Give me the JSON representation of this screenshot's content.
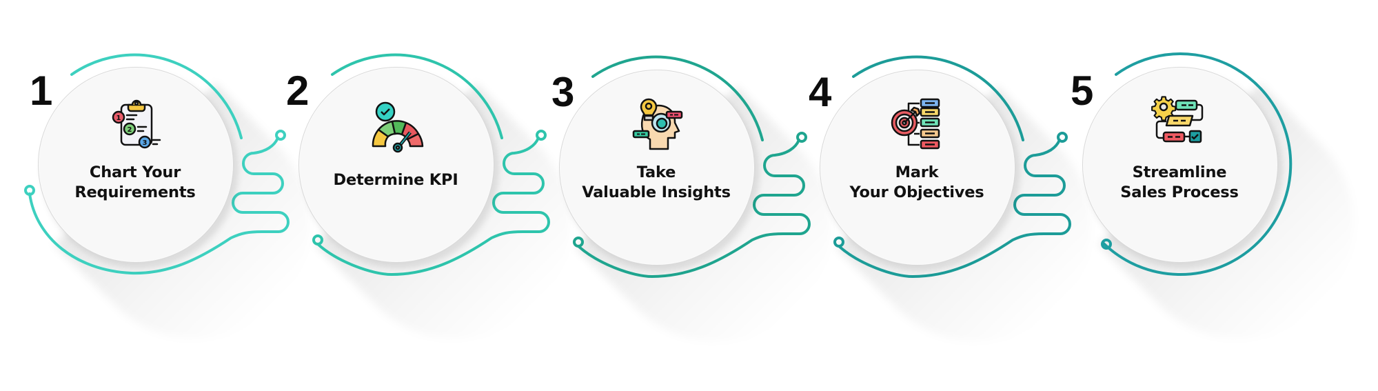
{
  "diagram": {
    "type": "process-steps",
    "steps": [
      {
        "number": "1",
        "title_line1": "Chart Your",
        "title_line2": "Requirements",
        "icon": "clipboard-checklist-icon",
        "ring_color": "#3dd0bf"
      },
      {
        "number": "2",
        "title_line1": "Determine KPI",
        "title_line2": "",
        "icon": "gauge-check-icon",
        "ring_color": "#2ec4ac"
      },
      {
        "number": "3",
        "title_line1": "Take",
        "title_line2": "Valuable Insights",
        "icon": "head-lightbulb-icon",
        "ring_color": "#1fa58f"
      },
      {
        "number": "4",
        "title_line1": "Mark",
        "title_line2": "Your Objectives",
        "icon": "target-objectives-icon",
        "ring_color": "#1c9c98"
      },
      {
        "number": "5",
        "title_line1": "Streamline",
        "title_line2": "Sales Process",
        "icon": "workflow-gear-icon",
        "ring_color": "#1e9ea1"
      }
    ]
  }
}
